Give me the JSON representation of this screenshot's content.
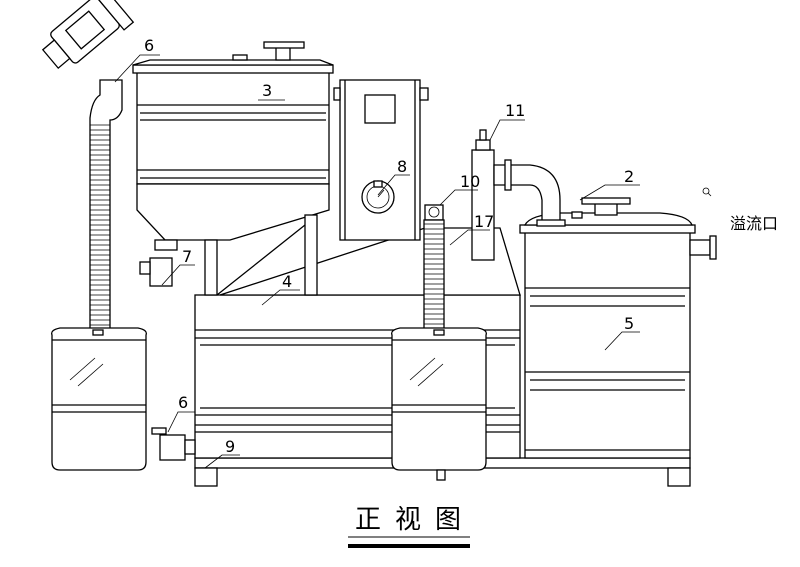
{
  "labels": {
    "l1": "6",
    "l2": "3",
    "l3": "8",
    "l4": "11",
    "l5": "10",
    "l6": "2",
    "l7": "17",
    "l8": "7",
    "l9": "4",
    "l10": "5",
    "l11": "6",
    "l12": "9",
    "overflow": "溢流口"
  },
  "caption": "正视图"
}
